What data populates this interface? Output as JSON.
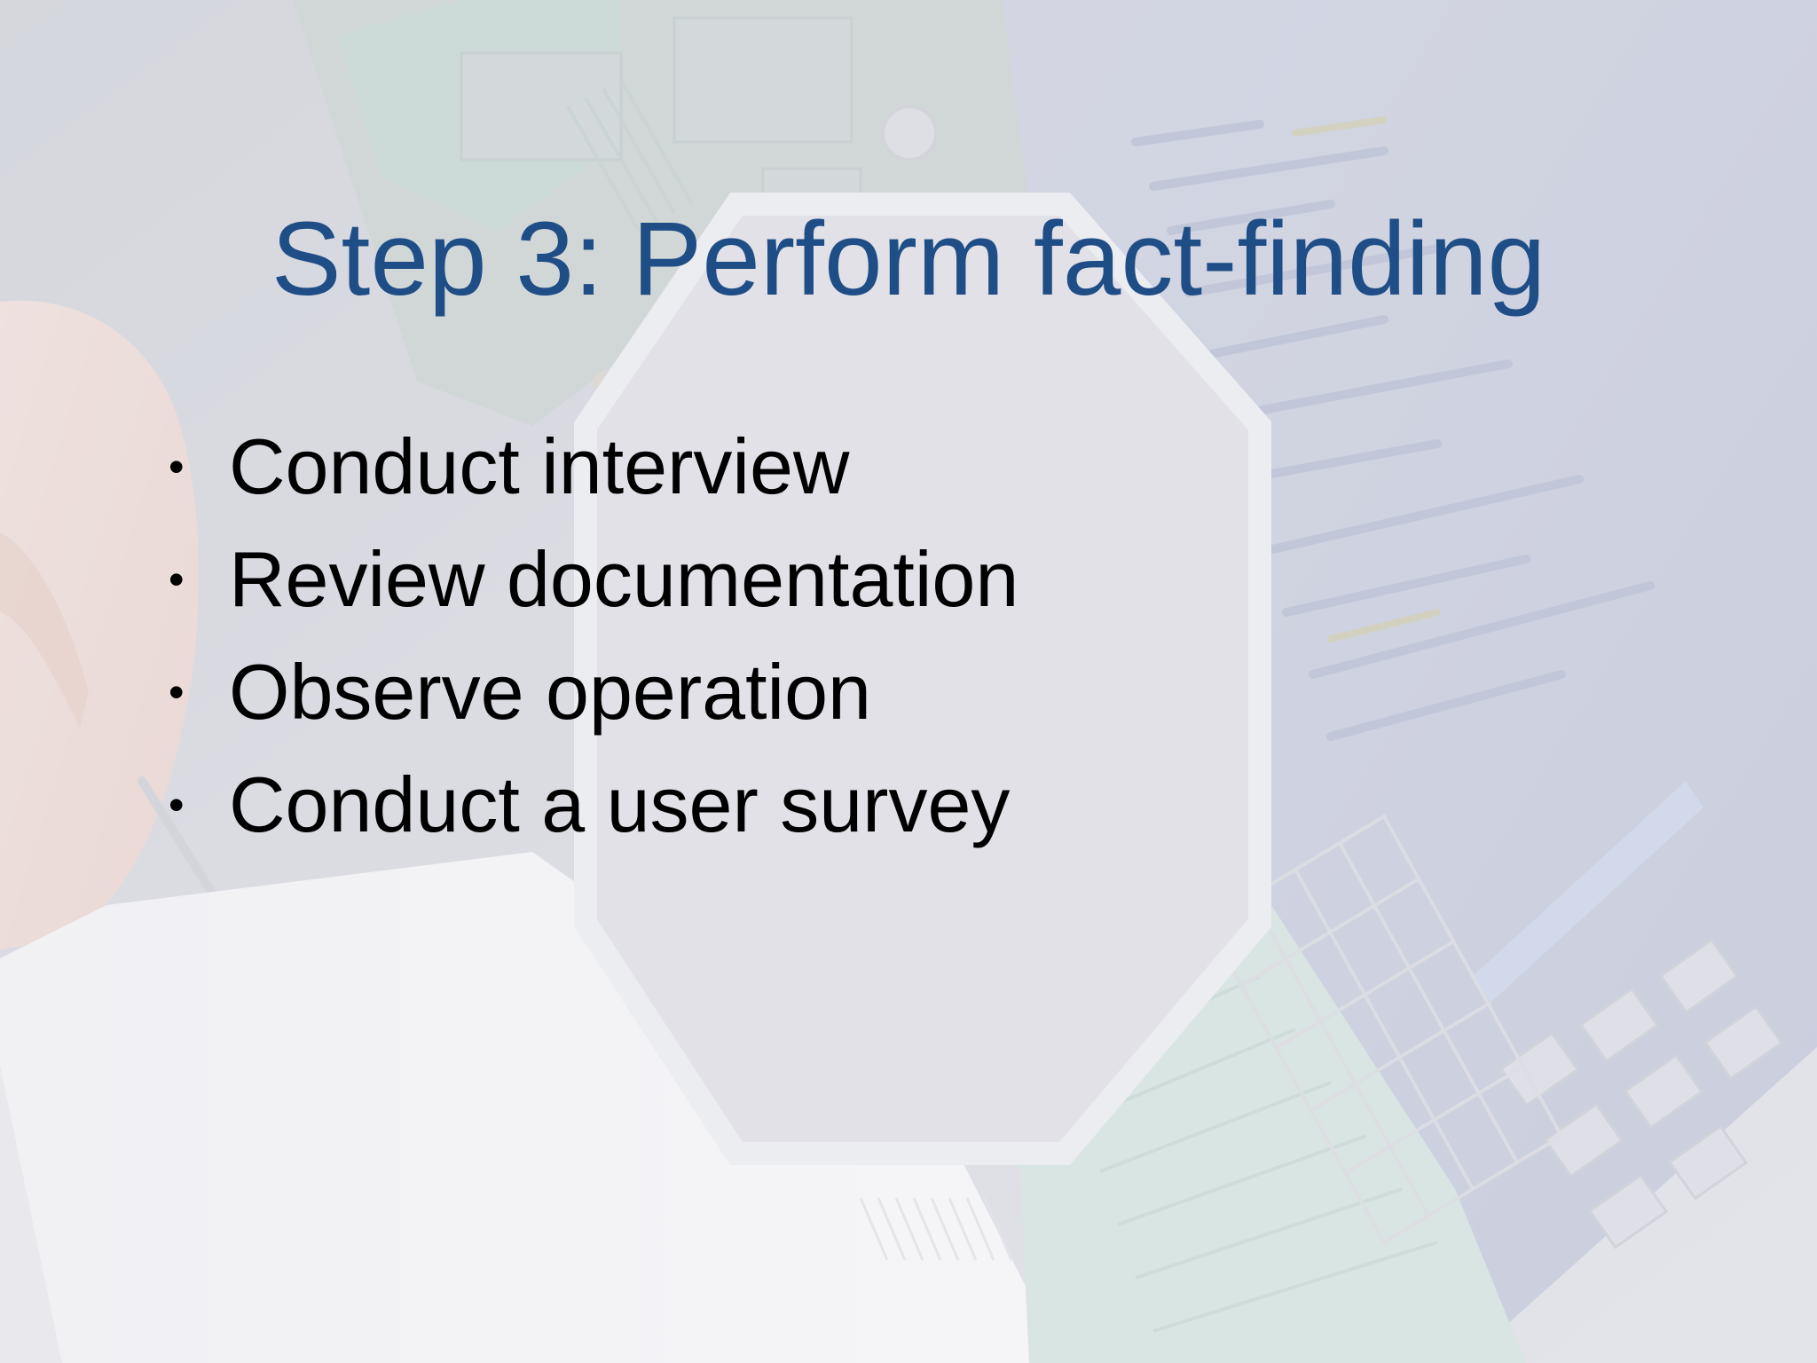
{
  "slide": {
    "title": "Step 3: Perform fact-finding",
    "bullets": [
      "Conduct interview",
      "Review documentation",
      "Observe operation",
      "Conduct a user survey"
    ],
    "bullet_glyph": "•",
    "colors": {
      "title": "#1f4e86",
      "body_text": "#000000",
      "background_wash": "#e6e6ea"
    },
    "background_image": "faded-technology-collage"
  }
}
